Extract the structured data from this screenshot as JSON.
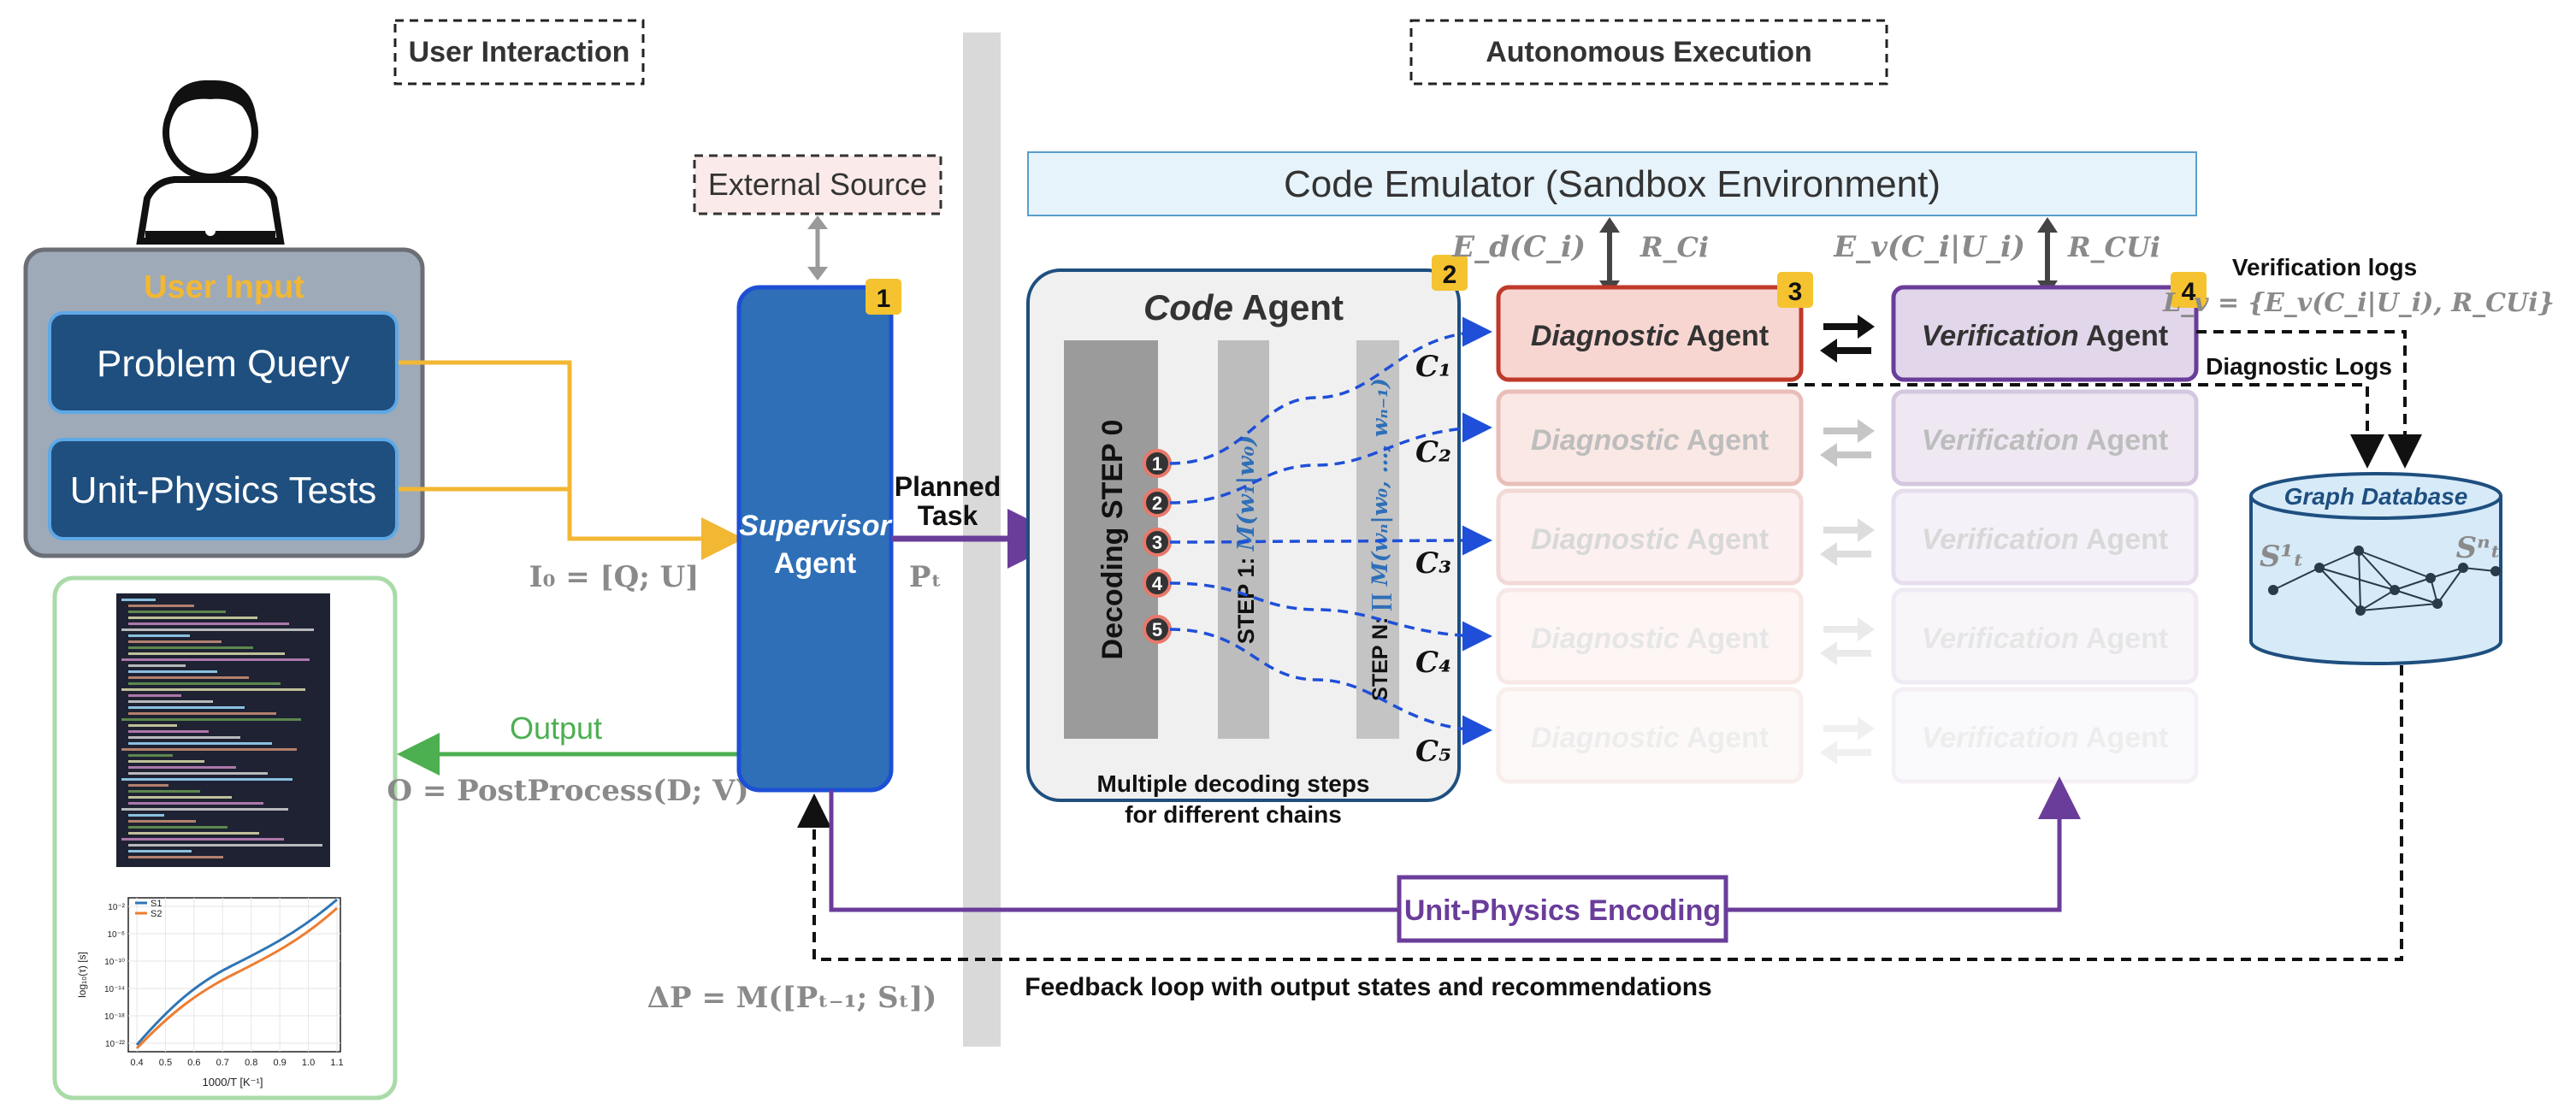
{
  "headers": {
    "user_interaction": "User Interaction",
    "autonomous_execution": "Autonomous Execution"
  },
  "external_source": "External Source",
  "user_input": {
    "title": "User Input",
    "problem_query": "Problem Query",
    "unit_physics_tests": "Unit-Physics Tests"
  },
  "supervisor": {
    "word1": "Supervisor",
    "word2": "Agent",
    "badge": "1",
    "input_formula": "I₀ = [Q; U]",
    "output_label": "Output",
    "output_formula": "O = PostProcess(D; V)",
    "delta_formula": "ΔP = M([Pₜ₋₁; Sₜ])"
  },
  "planned_task": {
    "line1": "Planned",
    "line2": "Task",
    "formula": "Pₜ"
  },
  "code_emulator": "Code Emulator (Sandbox Environment)",
  "code_agent": {
    "title_italic": "Code",
    "title_rest": " Agent",
    "badge": "2",
    "decoding_step0": "Decoding STEP 0",
    "step1_prefix": "STEP 1: ",
    "step1_formula": "M(w₁|w₀)",
    "stepn_prefix": "STEP N: ",
    "stepn_formula": "∏ M(wₙ|w₀, …, wₙ₋₁)",
    "nodes": [
      "1",
      "2",
      "3",
      "4",
      "5"
    ],
    "chains": [
      "C₁",
      "C₂",
      "C₃",
      "C₄",
      "C₅"
    ],
    "caption_line1": "Multiple decoding steps",
    "caption_line2": "for different chains"
  },
  "diagnostic": {
    "word_italic": "Diagnostic",
    "word_rest": " Agent",
    "badge": "3",
    "exec_formula": "E_d(C_i)",
    "result_formula": "R_Ci"
  },
  "verification": {
    "word_italic": "Verification",
    "word_rest": " Agent",
    "badge": "4",
    "exec_formula": "E_v(C_i|U_i)",
    "result_formula": "R_CUi"
  },
  "logs": {
    "verification_logs": "Verification logs",
    "verification_formula": "L_v = {E_v(C_i|U_i), R_CUi}",
    "diagnostic_logs": "Diagnostic Logs"
  },
  "graph_db": {
    "title": "Graph Database",
    "s1": "S¹ₜ",
    "sn": "Sⁿₜ"
  },
  "unit_physics_encoding": "Unit-Physics Encoding",
  "feedback_loop": "Feedback loop with output states and recommendations",
  "plot_panel": {
    "legend": [
      "S1",
      "S2"
    ],
    "xlabel": "1000/T [K⁻¹]",
    "ylabel": "log₁₀(τ) [s]",
    "xticks": [
      "0.4",
      "0.5",
      "0.6",
      "0.7",
      "0.8",
      "0.9",
      "1.0",
      "1.1"
    ],
    "yticks": [
      "10⁻²",
      "10⁻⁶",
      "10⁻¹⁰",
      "10⁻¹⁴",
      "10⁻¹⁸",
      "10⁻²²"
    ]
  },
  "colors": {
    "supervisor_blue": "#2e6fb7",
    "user_input_yellow": "#f2b733",
    "navy": "#1e4f7f",
    "purple": "#6a3d9a",
    "diag_red": "#c0392b",
    "output_green": "#4caf50",
    "badge_gold": "#f5c330",
    "chain_blue": "#1f4fd8"
  }
}
